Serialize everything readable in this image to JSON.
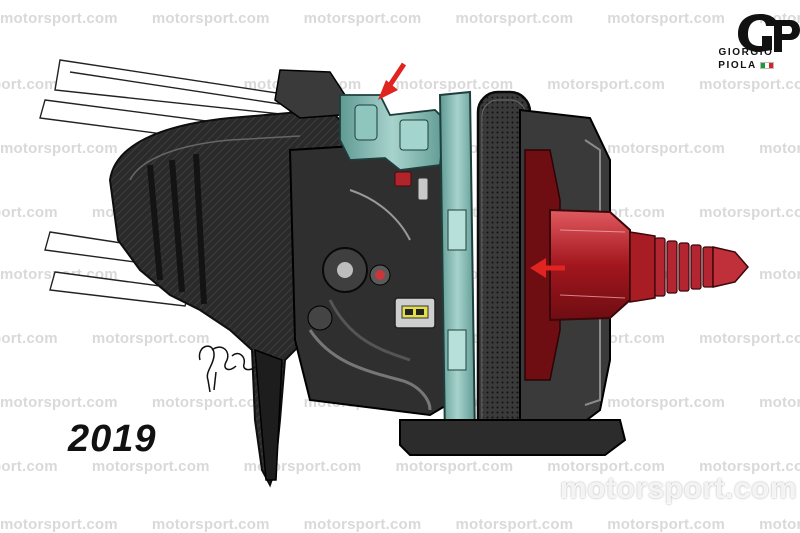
{
  "image": {
    "subject": "Formula 1 front brake assembly cutaway illustration",
    "year_label": "2019",
    "artist_logo": {
      "line1": "GIORGIO",
      "line2": "PIOLA",
      "mark": "GP"
    },
    "artist_signature": "Giorgio Piola 2019",
    "watermark_text": "motorsport.com",
    "watermark_large": "motorsport.com"
  },
  "colors": {
    "background": "#ffffff",
    "carbon": "#2b2b2b",
    "teal_caliper": "#7fb3ad",
    "red_drum": "#b0242b",
    "arrow_red": "#e0241f",
    "watermark": "#d9d9d9"
  },
  "annotations": [
    {
      "name": "top-red-arrow",
      "direction": "down-left"
    },
    {
      "name": "hub-red-arrow",
      "direction": "left"
    }
  ]
}
